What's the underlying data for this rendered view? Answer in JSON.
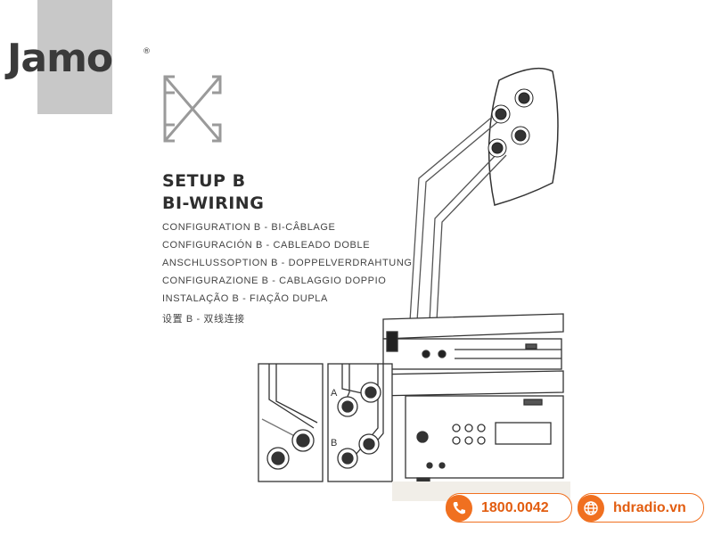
{
  "brand": {
    "logo_text": "Jamo",
    "registered_mark": "®"
  },
  "heading": {
    "line1": "SETUP B",
    "line2": "BI-WIRING"
  },
  "translations": [
    "CONFIGURATION B - BI-CÂBLAGE",
    "CONFIGURACIÓN B - CABLEADO DOBLE",
    "ANSCHLUSSOPTION B - DOPPELVERDRAHTUNG",
    "CONFIGURAZIONE B - CABLAGGIO DOPPIO",
    "INSTALAÇÃO B - FIAÇÃO DUPLA",
    "设置 B - 双线连接"
  ],
  "diagram": {
    "terminal_label_a": "A",
    "terminal_label_b": "B"
  },
  "contact": {
    "phone": "1800.0042",
    "phone_icon": "phone-icon",
    "website": "hdradio.vn",
    "website_icon": "globe-icon",
    "accent_color": "#f07020"
  }
}
